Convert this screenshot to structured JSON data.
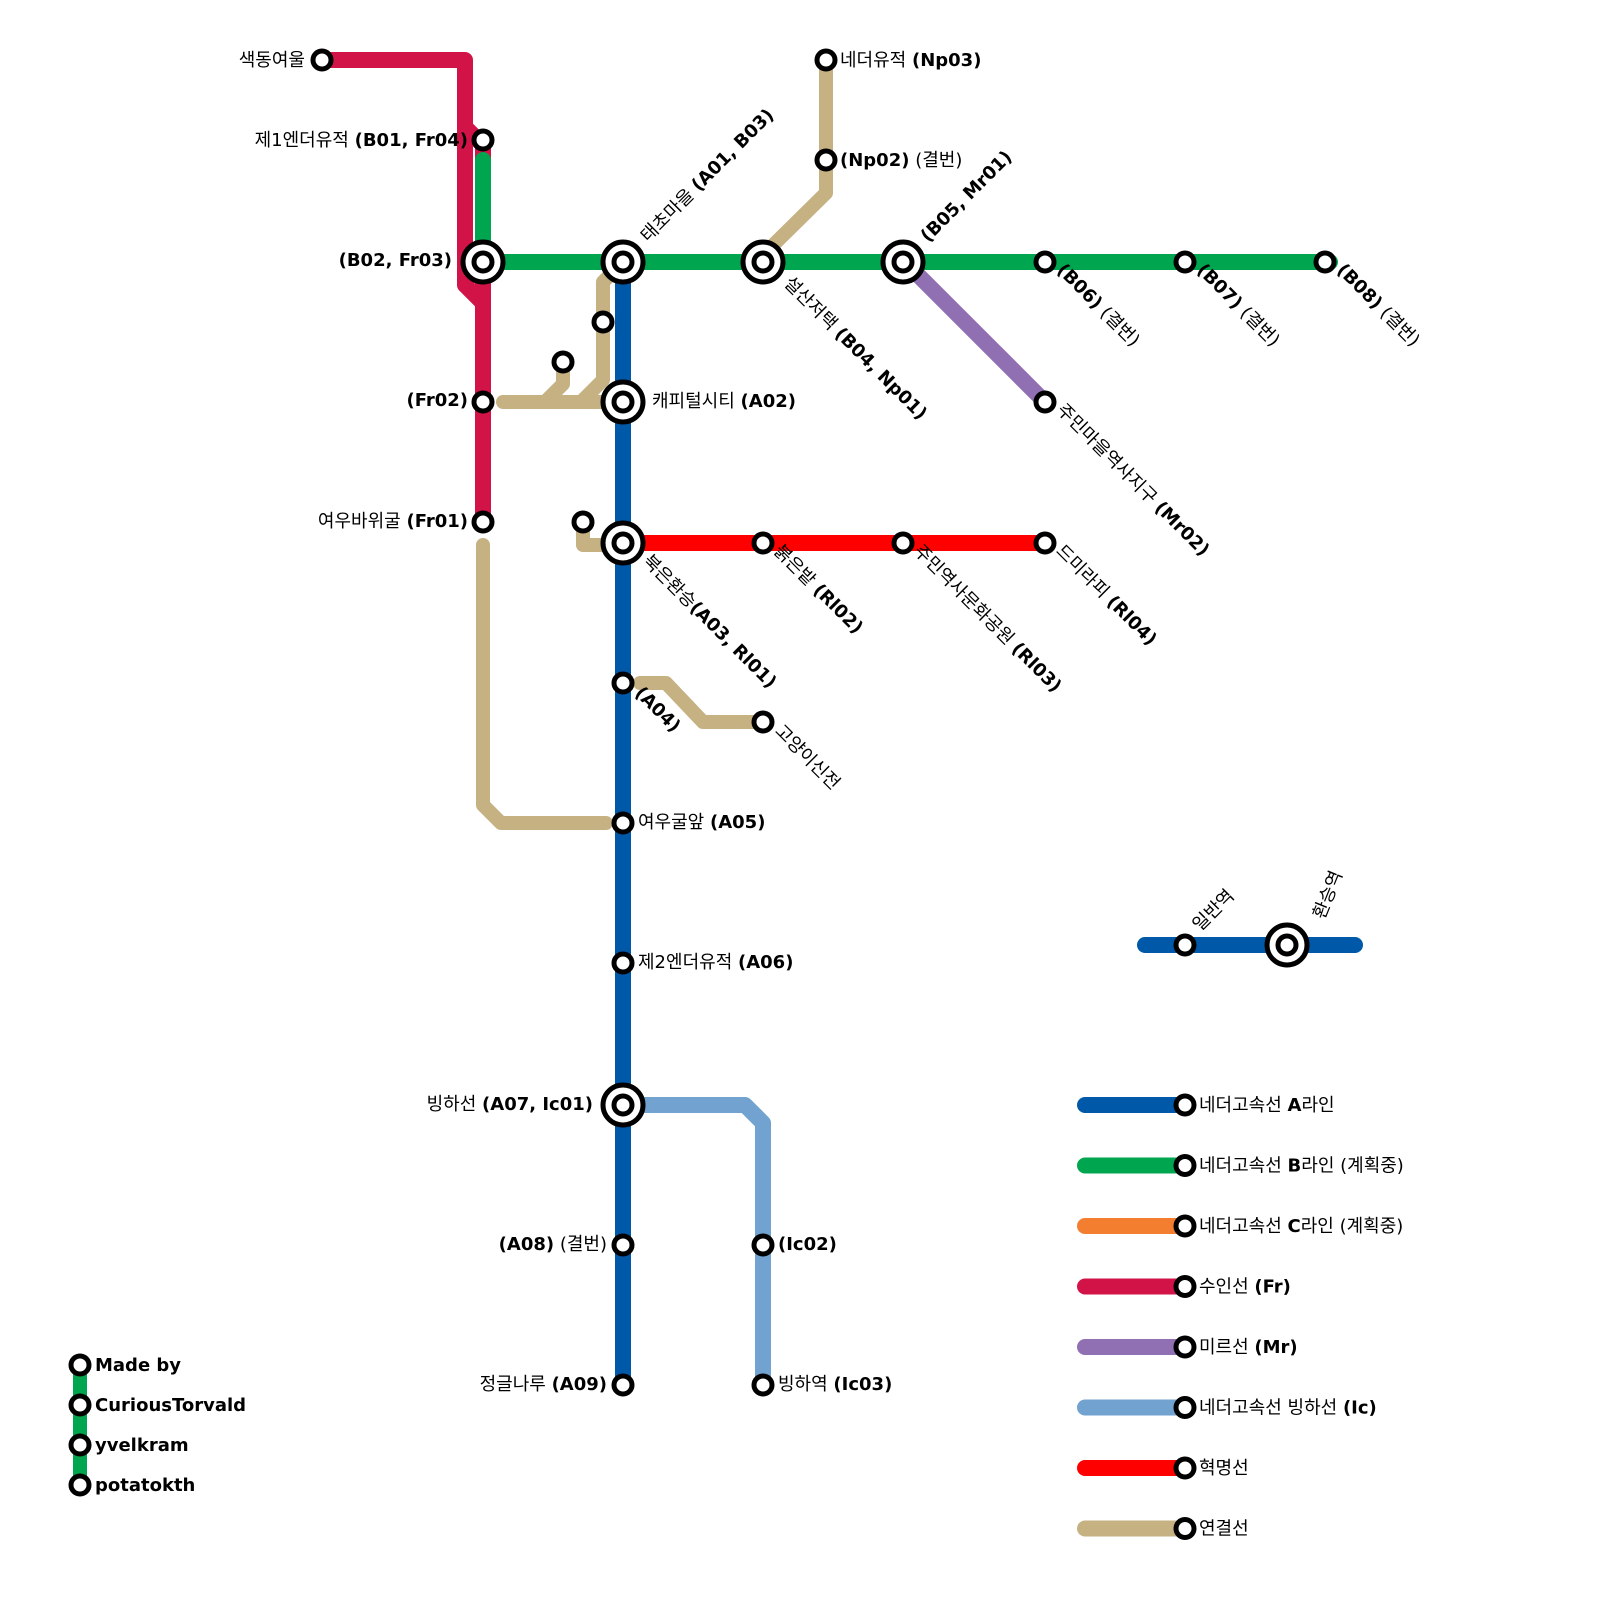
{
  "colors": {
    "A": "#0059A8",
    "B": "#00A64F",
    "C": "#F37E2F",
    "Fr": "#D21347",
    "Mr": "#9070B2",
    "Ic": "#72A2CF",
    "Rl": "#FF0000",
    "conn": "#C5B182"
  },
  "stations": {
    "saekdong": {
      "name": "색동여울",
      "code": ""
    },
    "b01": {
      "name": "제1엔더유적",
      "code": "(B01, Fr04)"
    },
    "b02": {
      "name": "",
      "code": "(B02, Fr03)"
    },
    "fr02": {
      "name": "",
      "code": "(Fr02)"
    },
    "fr01": {
      "name": "여우바위굴",
      "code": "(Fr01)"
    },
    "a01": {
      "name": "태초마을",
      "code": "(A01, B03)"
    },
    "a02": {
      "name": "캐피털시티",
      "code": "(A02)"
    },
    "a03": {
      "name": "북은환승",
      "code": "(A03, Rl01)"
    },
    "a04": {
      "name": "",
      "code": "(A04)"
    },
    "a05": {
      "name": "여우굴앞",
      "code": "(A05)"
    },
    "a06": {
      "name": "제2엔더유적",
      "code": "(A06)"
    },
    "a07": {
      "name": "빙하선",
      "code": "(A07, Ic01)"
    },
    "a08": {
      "code": "(A08)",
      "note": "(결번)"
    },
    "a09": {
      "name": "정글나루",
      "code": "(A09)"
    },
    "b04": {
      "name": "설산저택",
      "code": "(B04, Np01)"
    },
    "np02": {
      "code": "(Np02)",
      "note": "(결번)"
    },
    "np03": {
      "name": "네더유적",
      "code": "(Np03)"
    },
    "b05": {
      "name": "",
      "code": "(B05, Mr01)"
    },
    "b06": {
      "code": "(B06)",
      "note": "(결번)"
    },
    "b07": {
      "code": "(B07)",
      "note": "(결번)"
    },
    "b08": {
      "code": "(B08)",
      "note": "(결번)"
    },
    "mr02": {
      "name": "주민마을역사지구",
      "code": "(Mr02)"
    },
    "rl02": {
      "name": "붉은밭",
      "code": "(Rl02)"
    },
    "rl03": {
      "name": "주민역사문화공원",
      "code": "(Rl03)"
    },
    "rl04": {
      "name": "드미라피",
      "code": "(Rl04)"
    },
    "cat": {
      "name": "고양이신전"
    },
    "ic02": {
      "code": "(Ic02)"
    },
    "ic03": {
      "name": "빙하역",
      "code": "(Ic03)"
    }
  },
  "example": {
    "normal": "일반역",
    "transfer": "환승역"
  },
  "legend": [
    {
      "key": "A",
      "label": "네더고속선 ",
      "bold": "A",
      "rest": "라인"
    },
    {
      "key": "B",
      "label": "네더고속선 ",
      "bold": "B",
      "rest": "라인 (계획중)"
    },
    {
      "key": "C",
      "label": "네더고속선 ",
      "bold": "C",
      "rest": "라인 (계획중)"
    },
    {
      "key": "Fr",
      "label": "수인선 ",
      "bold": "(Fr)",
      "rest": ""
    },
    {
      "key": "Mr",
      "label": "미르선 ",
      "bold": "(Mr)",
      "rest": ""
    },
    {
      "key": "Ic",
      "label": "네더고속선 빙하선 ",
      "bold": "(Ic)",
      "rest": ""
    },
    {
      "key": "Rl",
      "label": "혁명선",
      "bold": "",
      "rest": ""
    },
    {
      "key": "conn",
      "label": "연결선",
      "bold": "",
      "rest": ""
    }
  ],
  "credits": [
    "Made by",
    "CuriousTorvald",
    "yvelkram",
    "potatokth"
  ]
}
